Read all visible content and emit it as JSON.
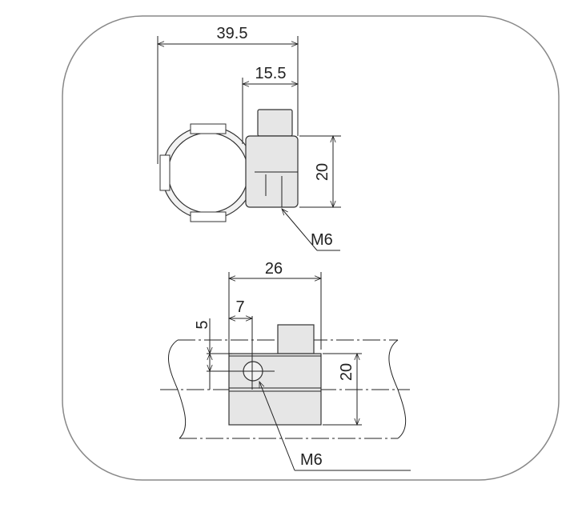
{
  "drawing": {
    "top_view": {
      "overall_width": "39.5",
      "clamp_width": "15.5",
      "clamp_height": "20",
      "thread_label": "M6"
    },
    "side_view": {
      "clamp_length": "26",
      "hole_offset": "7",
      "hole_vertical_offset": "5",
      "clamp_height": "20",
      "thread_label": "M6"
    },
    "colors": {
      "part_fill": "#e6e6e6",
      "frame": "#888888"
    }
  }
}
